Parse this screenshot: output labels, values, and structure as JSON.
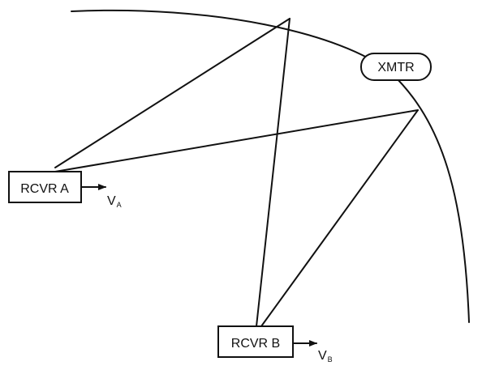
{
  "transmitter": {
    "label": "XMTR"
  },
  "receiver_a": {
    "label": "RCVR A",
    "output_symbol": "V",
    "output_subscript": "A"
  },
  "receiver_b": {
    "label": "RCVR B",
    "output_symbol": "V",
    "output_subscript": "B"
  }
}
